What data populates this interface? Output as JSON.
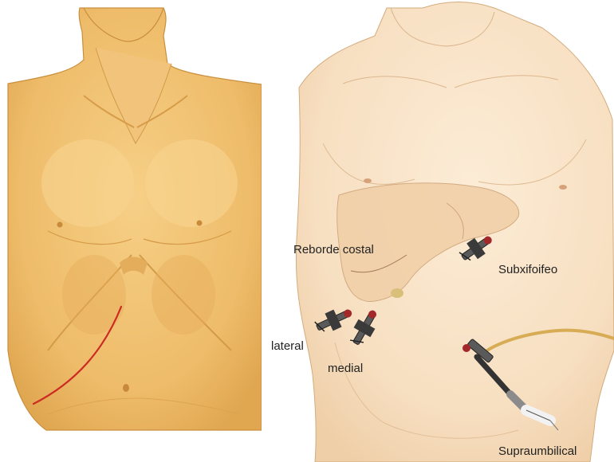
{
  "labels": {
    "reborde_costal": "Reborde costal",
    "subxifoideo": "Subxifoifeo",
    "lateral": "lateral",
    "medial": "medial",
    "supraumbilical": "Supraumbilical"
  },
  "colors": {
    "left_skin": "#eebc6a",
    "left_skin_dark": "#dc9f45",
    "right_skin": "#f7dfc1",
    "right_skin_shade": "#ebc69c",
    "incision": "#cc2a22",
    "tube": "#d7ac55",
    "trocar_metal": "#3a3a3a",
    "trocar_red": "#a3282a"
  },
  "panels": [
    "left-torso-illustration",
    "right-torso-illustration"
  ],
  "icons": [
    "trocar-icon",
    "laparoscope-icon"
  ]
}
